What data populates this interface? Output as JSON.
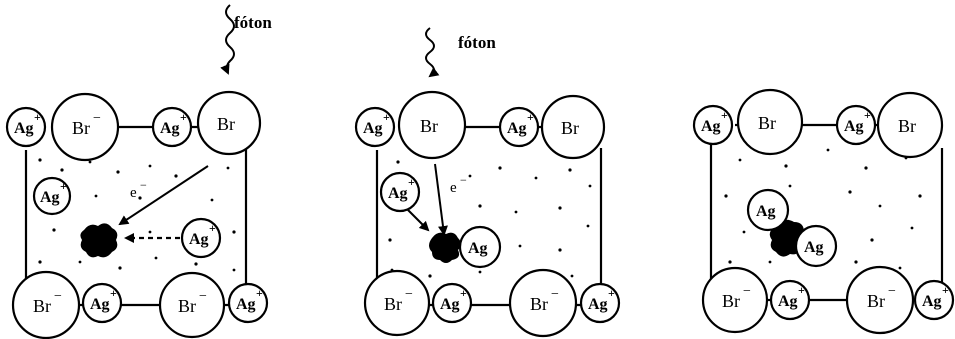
{
  "panels": [
    {
      "photon_label": "fóton",
      "electron_label": "e",
      "ions": {
        "top": [
          "Ag",
          "Br",
          "Ag",
          "Br"
        ],
        "bottom": [
          "Br",
          "Ag",
          "Br",
          "Ag"
        ],
        "interior": [
          "Ag",
          "Ag"
        ]
      },
      "charges": {
        "ag": "+",
        "br": "−",
        "electron": "−"
      }
    },
    {
      "photon_label": "fóton",
      "electron_label": "e",
      "ions": {
        "top": [
          "Ag",
          "Br",
          "Ag",
          "Br"
        ],
        "bottom": [
          "Br",
          "Ag",
          "Br",
          "Ag"
        ],
        "interior": [
          "Ag",
          "Ag"
        ]
      },
      "charges": {
        "ag": "+",
        "br": "−",
        "electron": "−"
      }
    },
    {
      "ions": {
        "top": [
          "Ag",
          "Br",
          "Ag",
          "Br"
        ],
        "bottom": [
          "Br",
          "Ag",
          "Br",
          "Ag"
        ],
        "interior": [
          "Ag",
          "Ag"
        ]
      },
      "charges": {
        "ag": "+",
        "br": "−"
      }
    }
  ]
}
